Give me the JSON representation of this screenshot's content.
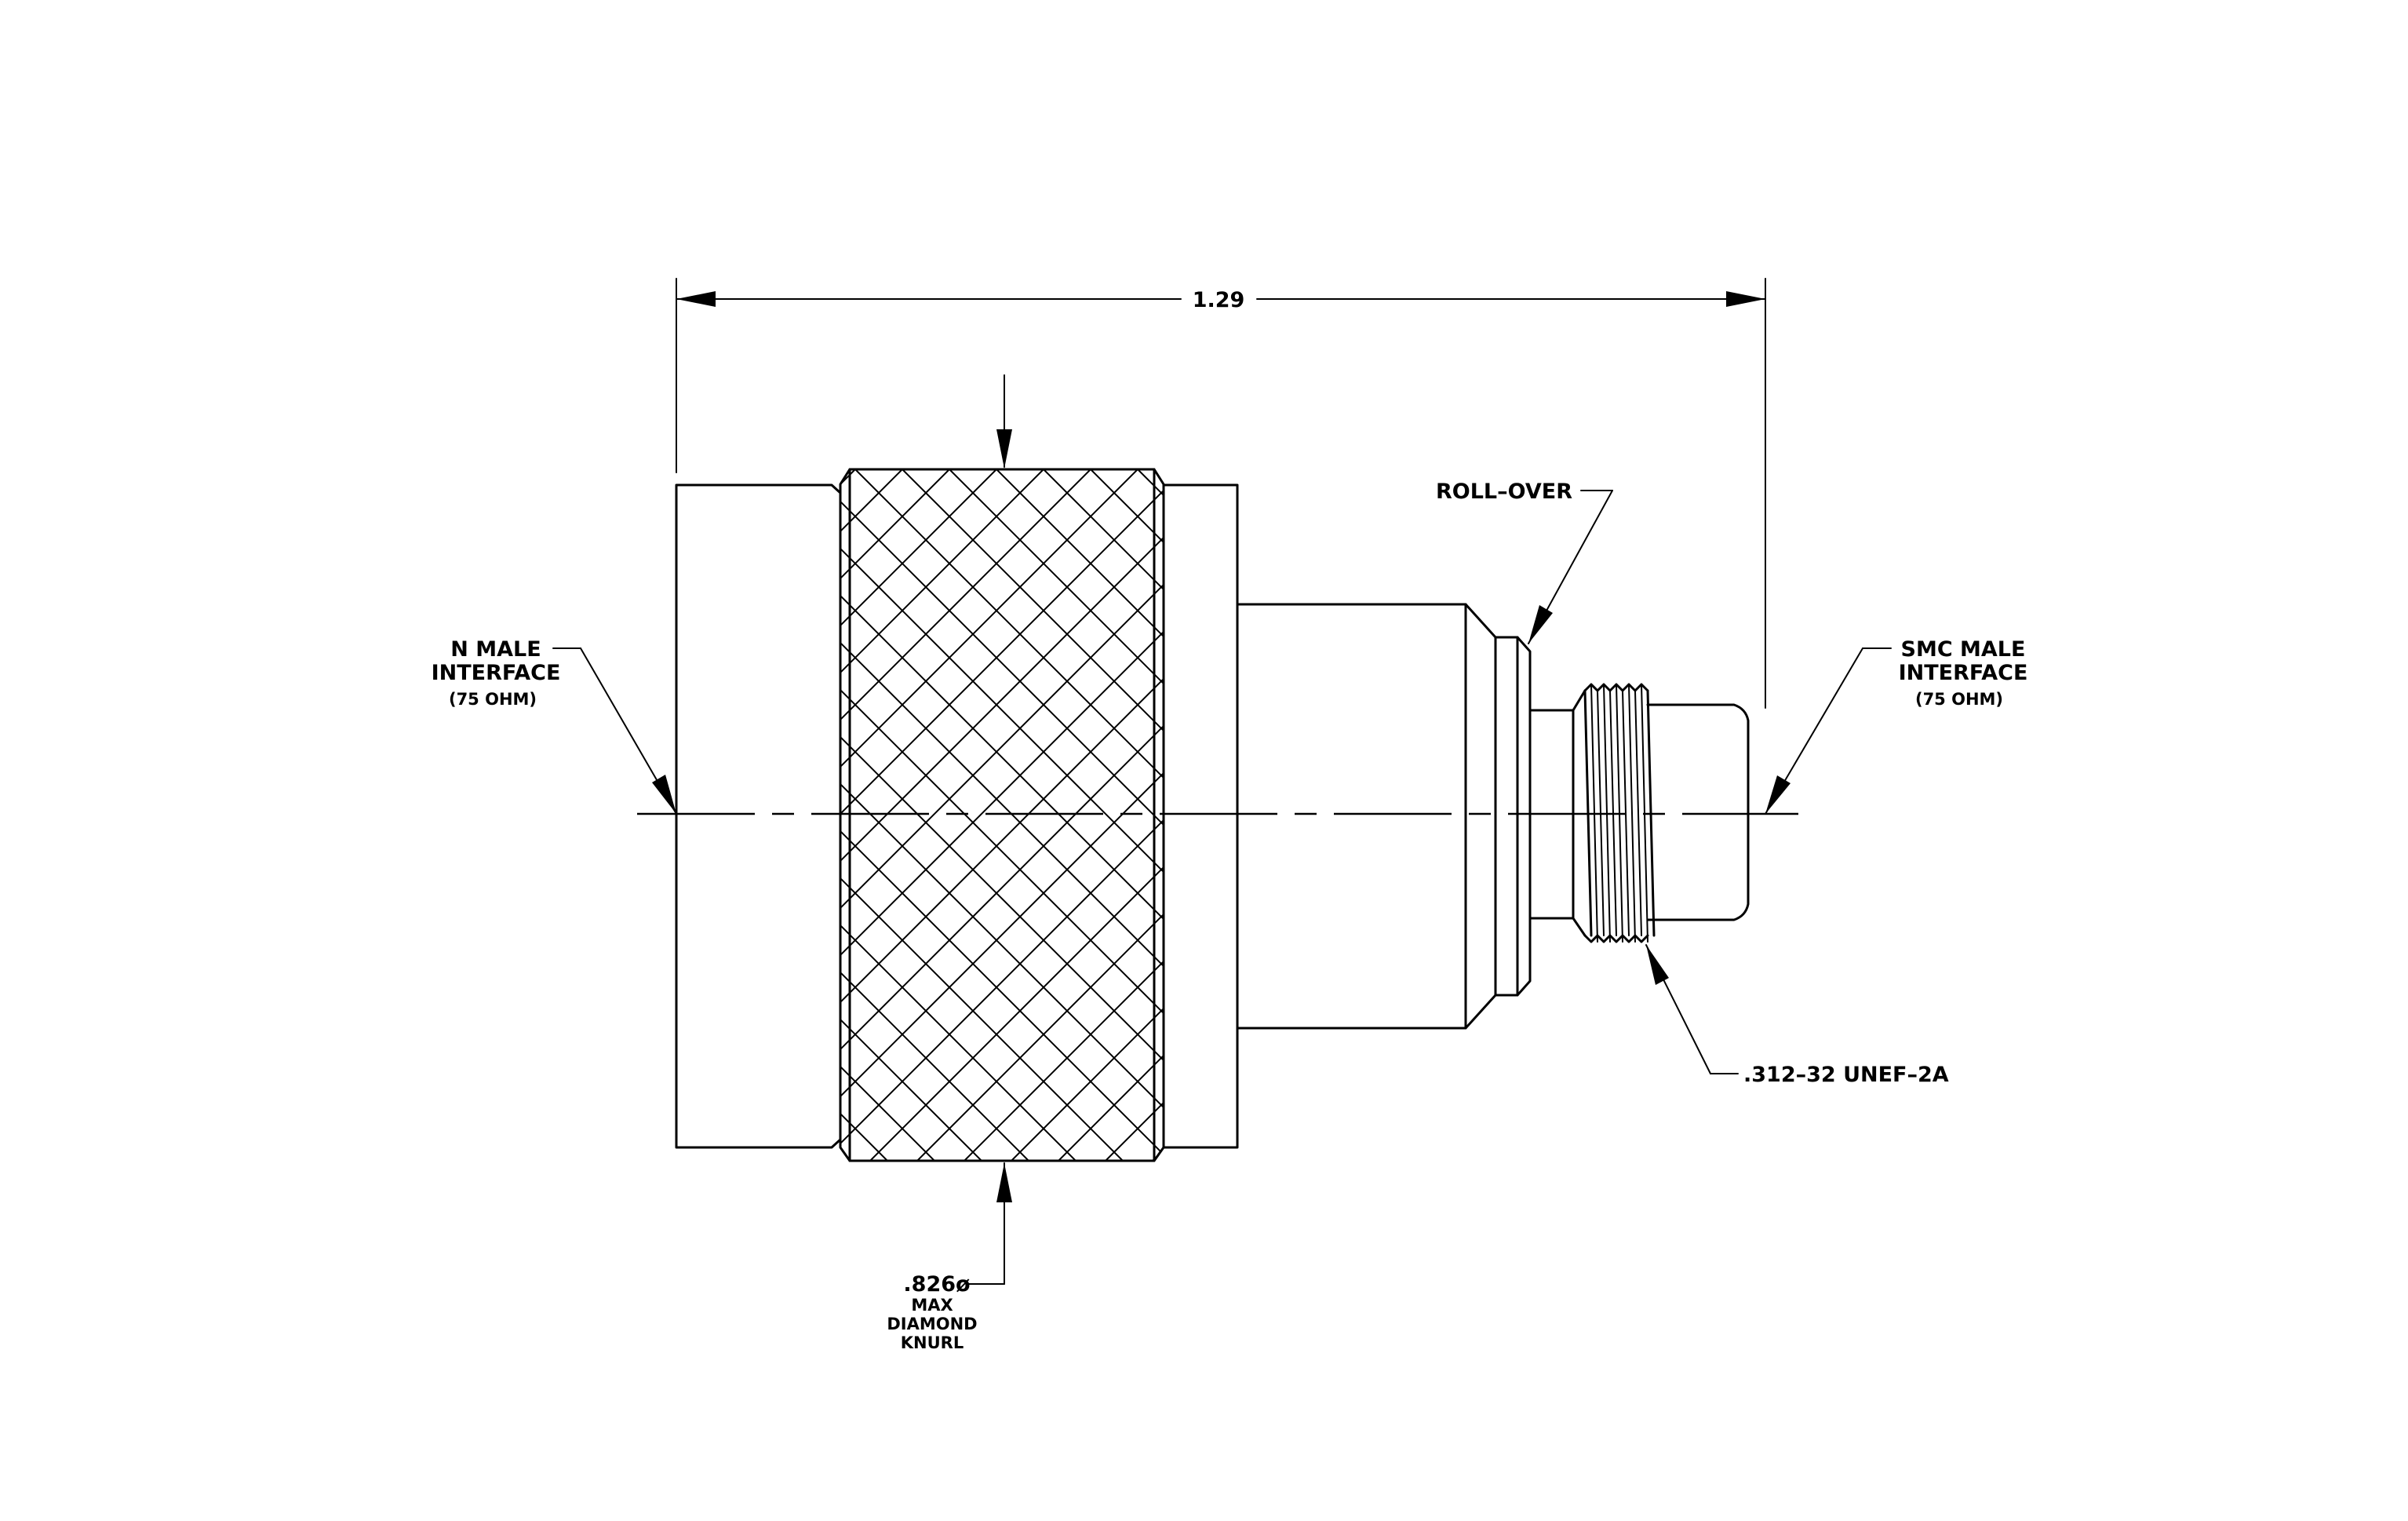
{
  "labels": {
    "overall_length": "1.29",
    "n_male": "N MALE",
    "n_interface": "INTERFACE",
    "n_ohm": "(75 OHM)",
    "smc_male": "SMC MALE",
    "smc_interface": "INTERFACE",
    "smc_ohm": "(75 OHM)",
    "roll_over": "ROLL–OVER",
    "thread": ".312–32 UNEF–2A",
    "knurl_dia": ".826ø",
    "knurl_max": "MAX",
    "knurl_diamond": "DIAMOND",
    "knurl_knurl": "KNURL"
  }
}
